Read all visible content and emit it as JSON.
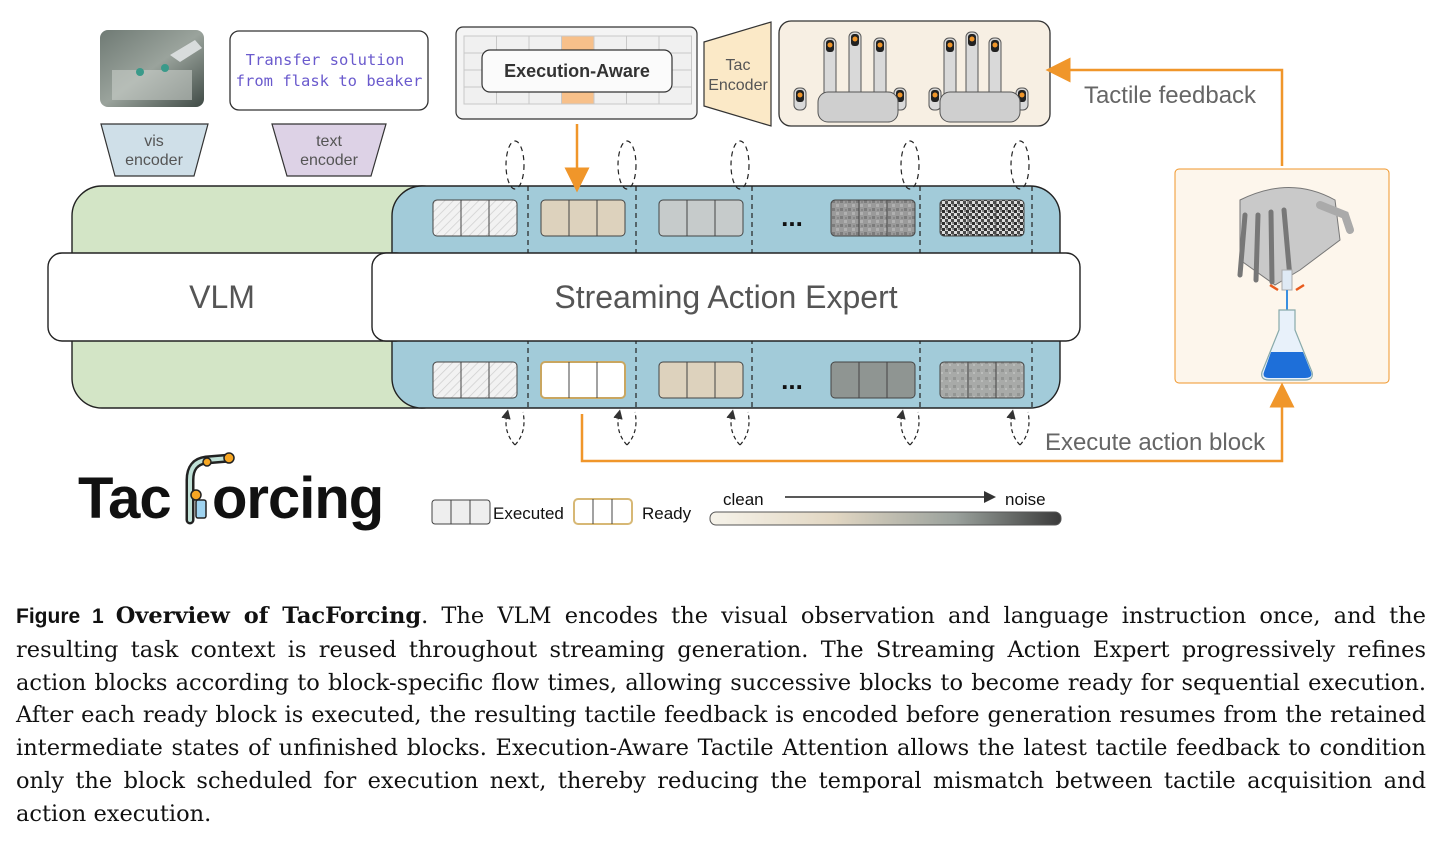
{
  "figure": {
    "inputs": {
      "instruction_line1": "Transfer solution",
      "instruction_line2": "from flask to beaker"
    },
    "encoders": {
      "vis_line1": "vis",
      "vis_line2": "encoder",
      "text_line1": "text",
      "text_line2": "encoder",
      "tac_line1": "Tac",
      "tac_line2": "Encoder"
    },
    "attention_label": "Execution-Aware",
    "vlm_label": "VLM",
    "expert_label": "Streaming Action Expert",
    "ellipsis": "...",
    "tactile_feedback_label": "Tactile feedback",
    "execute_label": "Execute action block",
    "logo_text_left": "Tac",
    "logo_text_right": "orcing",
    "legend": {
      "executed": "Executed",
      "ready": "Ready",
      "clean": "clean",
      "noise": "noise"
    },
    "colors": {
      "vlm_green": "#d3e5c6",
      "expert_blue": "#a2cbd9",
      "arrow_orange": "#f0962a",
      "vis_encoder": "#cfdfe8",
      "text_encoder": "#ddd2e6",
      "tac_encoder": "#fbe9c7"
    }
  },
  "caption": {
    "label": "Figure 1",
    "title": "Overview of TacForcing",
    "body": ". The VLM encodes the visual observation and language instruction once, and the resulting task context is reused throughout streaming generation. The Streaming Action Expert progressively refines action blocks according to block-specific flow times, allowing successive blocks to become ready for sequential execution. After each ready block is executed, the resulting tactile feedback is encoded before generation resumes from the retained intermediate states of unfinished blocks. Execution-Aware Tactile Attention allows the latest tactile feedback to condition only the block scheduled for execution next, thereby reducing the temporal mismatch between tactile acquisition and action execution."
  }
}
